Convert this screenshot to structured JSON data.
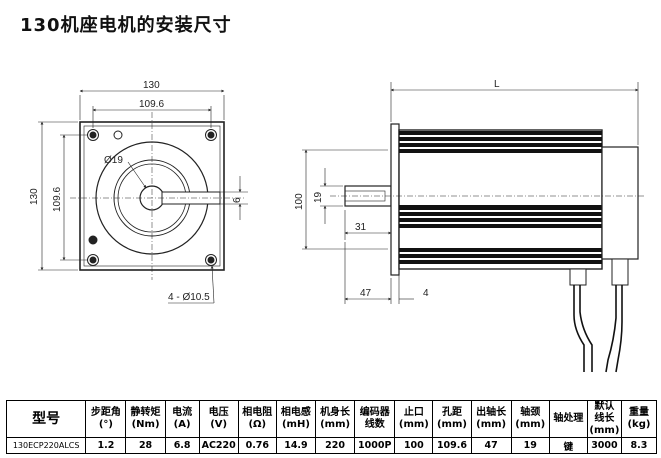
{
  "title": "130机座电机的安装尺寸",
  "front_view": {
    "width_label": "130",
    "hole_span_label": "109.6",
    "height_label": "130",
    "hole_span_v_label": "109.6",
    "shaft_dia_label": "Ø19",
    "key_label": "6",
    "mount_hole_label": "4 - Ø10.5"
  },
  "side_view": {
    "length_label": "L",
    "height_label": "100",
    "shaft_dia_label": "19",
    "shaft_len_label": "31",
    "flange_label": "47",
    "lip_label": "4"
  },
  "table": {
    "headers": [
      "型号",
      "步距角\n(°)",
      "静转矩\n(Nm)",
      "电流\n(A)",
      "电压\n(V)",
      "相电阻\n(Ω)",
      "相电感\n(mH)",
      "机身长\n(mm)",
      "编码器\n线数",
      "止口\n(mm)",
      "孔距\n(mm)",
      "出轴长\n(mm)",
      "轴颈\n(mm)",
      "轴处理",
      "默认\n线长\n(mm)",
      "重量\n(kg)"
    ],
    "rows": [
      [
        "130ECP220ALCS",
        "1.2",
        "28",
        "6.8",
        "AC220",
        "0.76",
        "14.9",
        "220",
        "1000P",
        "100",
        "109.6",
        "47",
        "19",
        "键",
        "3000",
        "8.3"
      ]
    ]
  }
}
